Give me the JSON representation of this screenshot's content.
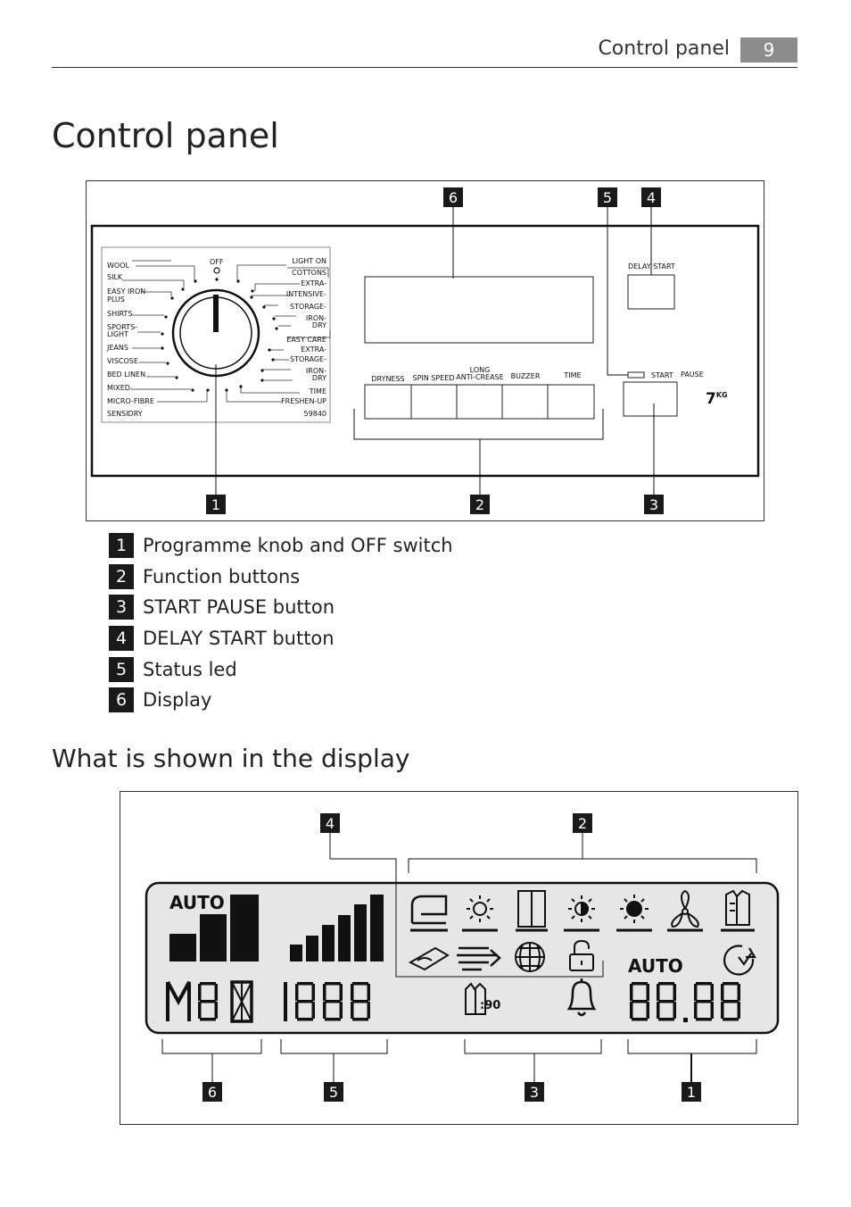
{
  "header": {
    "title": "Control panel",
    "page_number": "9"
  },
  "title": "Control panel",
  "subtitle": "What is shown in the display",
  "panel": {
    "off_label": "OFF",
    "left_programmes": [
      "WOOL",
      "SILK",
      "EASY IRON PLUS",
      "SHIRTS",
      "SPORTS-LIGHT",
      "JEANS",
      "VISCOSE",
      "BED LINEN",
      "MIXED",
      "MICRO-FIBRE"
    ],
    "right_programmes": [
      "LIGHT ON",
      "COTTONS",
      "EXTRA-",
      "INTENSIVE-",
      "STORAGE-",
      "IRON-",
      "DRY",
      "EASY CARE",
      "EXTRA-",
      "STORAGE-",
      "IRON-",
      "DRY",
      "TIME",
      "FRESHEN-UP"
    ],
    "sensidry": "SENSIDRY",
    "model": "59840",
    "delay_start": "DELAY START",
    "start": "START",
    "pause": "PAUSE",
    "capacity": "7",
    "capacity_unit": "KG",
    "function_buttons": {
      "dryness": "DRYNESS",
      "spin_speed": "SPIN SPEED",
      "long_anti_crease_1": "LONG",
      "long_anti_crease_2": "ANTI-CREASE",
      "buzzer": "BUZZER",
      "time": "TIME"
    },
    "callouts": {
      "bottom": [
        "1",
        "2",
        "3"
      ],
      "top": [
        "6",
        "5",
        "4"
      ]
    }
  },
  "legend": [
    {
      "num": "1",
      "text": "Programme knob and OFF switch"
    },
    {
      "num": "2",
      "text": "Function buttons"
    },
    {
      "num": "3",
      "text": "START PAUSE button"
    },
    {
      "num": "4",
      "text": "DELAY START button"
    },
    {
      "num": "5",
      "text": "Status led"
    },
    {
      "num": "6",
      "text": "Display"
    }
  ],
  "display": {
    "auto_left": "AUTO",
    "auto_right": "AUTO",
    "callouts_top": [
      "4",
      "2"
    ],
    "callouts_bottom": [
      "6",
      "5",
      "3",
      "1"
    ],
    "colors": {
      "lcd_background": "#e6e6e6",
      "segment": "#111111",
      "callout": "#1a1a1a"
    }
  }
}
